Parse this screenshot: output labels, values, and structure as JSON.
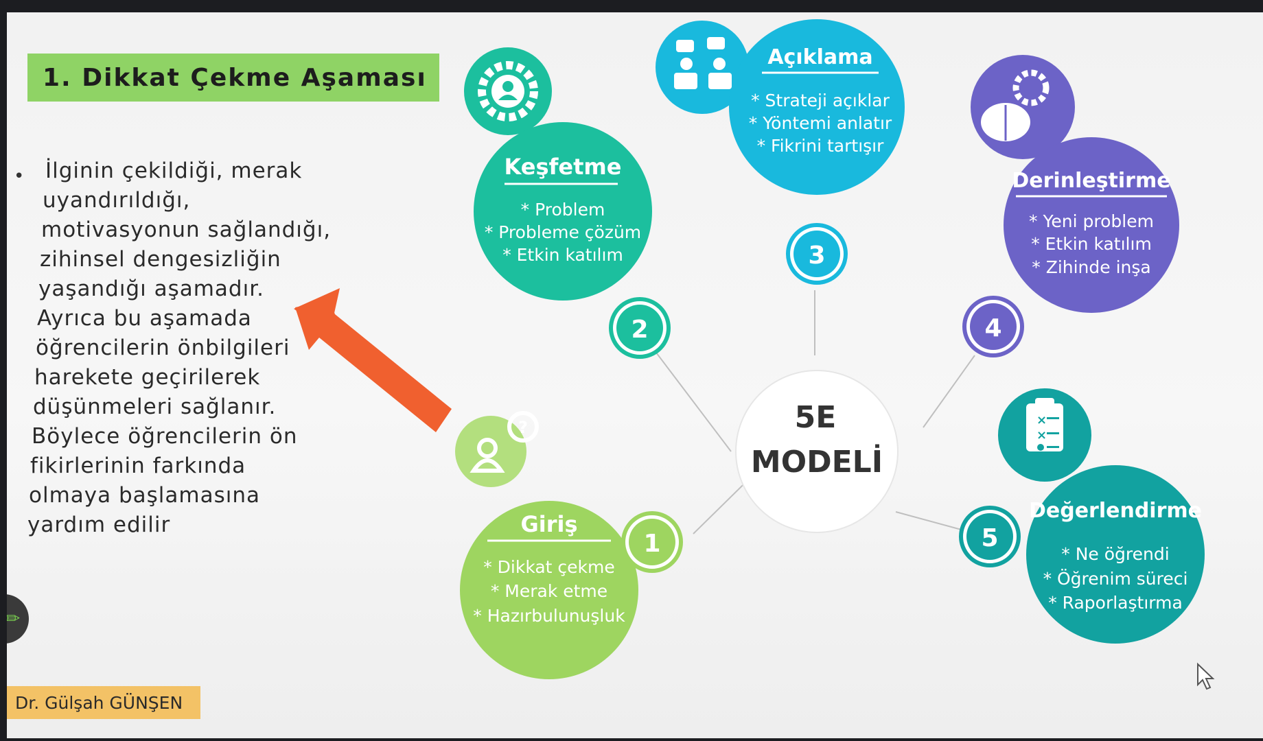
{
  "slide": {
    "title": "1. Dikkat Çekme Aşaması",
    "body_lines": [
      "İlginin çekildiği, merak",
      "uyandırıldığı,",
      "motivasyonun sağlandığı,",
      "zihinsel dengesizliğin",
      "yaşandığı aşamadır.",
      "Ayrıca bu aşamada",
      "öğrencilerin önbilgileri",
      "harekete geçirilerek",
      "düşünmeleri sağlanır.",
      "Böylece öğrencilerin ön",
      "fikirlerinin farkında",
      "olmaya başlamasına",
      "yardım edilir"
    ],
    "author": "Dr. Gülşah GÜNŞEN"
  },
  "diagram": {
    "center_line1": "5E",
    "center_line2": "MODELİ",
    "stages": [
      {
        "number": "1",
        "title": "Giriş",
        "items": [
          "* Dikkat çekme",
          "* Merak etme",
          "* Hazırbulunuşluk"
        ],
        "color": "#9ed560",
        "icon": "person-question-icon"
      },
      {
        "number": "2",
        "title": "Keşfetme",
        "items": [
          "* Problem",
          "* Probleme çözüm",
          "* Etkin katılım"
        ],
        "color": "#1cbf9e",
        "icon": "gear-person-icon"
      },
      {
        "number": "3",
        "title": "Açıklama",
        "items": [
          "* Strateji açıklar",
          "* Yöntemi anlatır",
          "* Fikrini tartışır"
        ],
        "color": "#19b9dd",
        "icon": "discussion-icon"
      },
      {
        "number": "4",
        "title": "Derinleştirme",
        "items": [
          "* Yeni problem",
          "* Etkin katılım",
          "* Zihinde inşa"
        ],
        "color": "#6c63c7",
        "icon": "brain-gear-icon"
      },
      {
        "number": "5",
        "title": "Değerlendirme",
        "items": [
          "* Ne öğrendi",
          "* Öğrenim süreci",
          "* Raporlaştırma"
        ],
        "color": "#12a2a0",
        "icon": "clipboard-icon"
      }
    ],
    "arrow_color": "#f0602f"
  }
}
